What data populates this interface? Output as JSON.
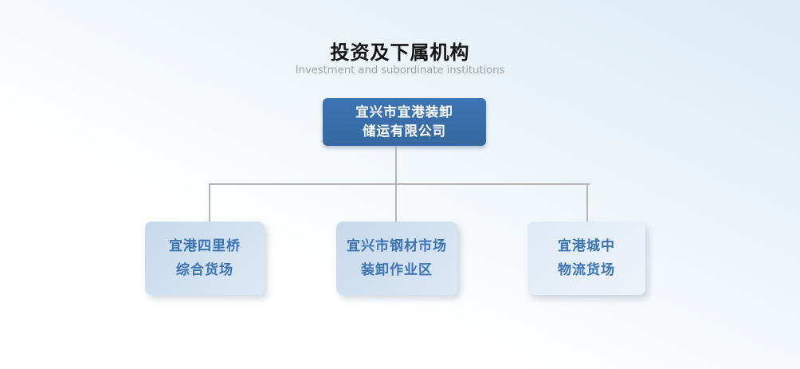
{
  "page": {
    "title": "投资及下属机构",
    "subtitle": "Investment and subordinate institutions"
  },
  "org_chart": {
    "root": {
      "line1": "宜兴市宜港装卸",
      "line2": "储运有限公司"
    },
    "children": [
      {
        "line1": "宜港四里桥",
        "line2": "综合货场"
      },
      {
        "line1": "宜兴市钢材市场",
        "line2": "装卸作业区"
      },
      {
        "line1": "宜港城中",
        "line2": "物流货场"
      }
    ]
  },
  "palette": {
    "title_text": "#141414",
    "subtitle_text": "#a0a4a8",
    "root_box_fill": "#3d74b5",
    "root_box_fill_dark": "#35689f",
    "root_box_text": "#ffffff",
    "child_box_text": "#3c73b4",
    "child_fill_start": "#c6d9ec",
    "child_fill_end": "#dde8f4",
    "child_fill_light_start": "#dfeaf5",
    "child_fill_light_end": "#eef3f9",
    "connector": "#b5b5b5"
  }
}
